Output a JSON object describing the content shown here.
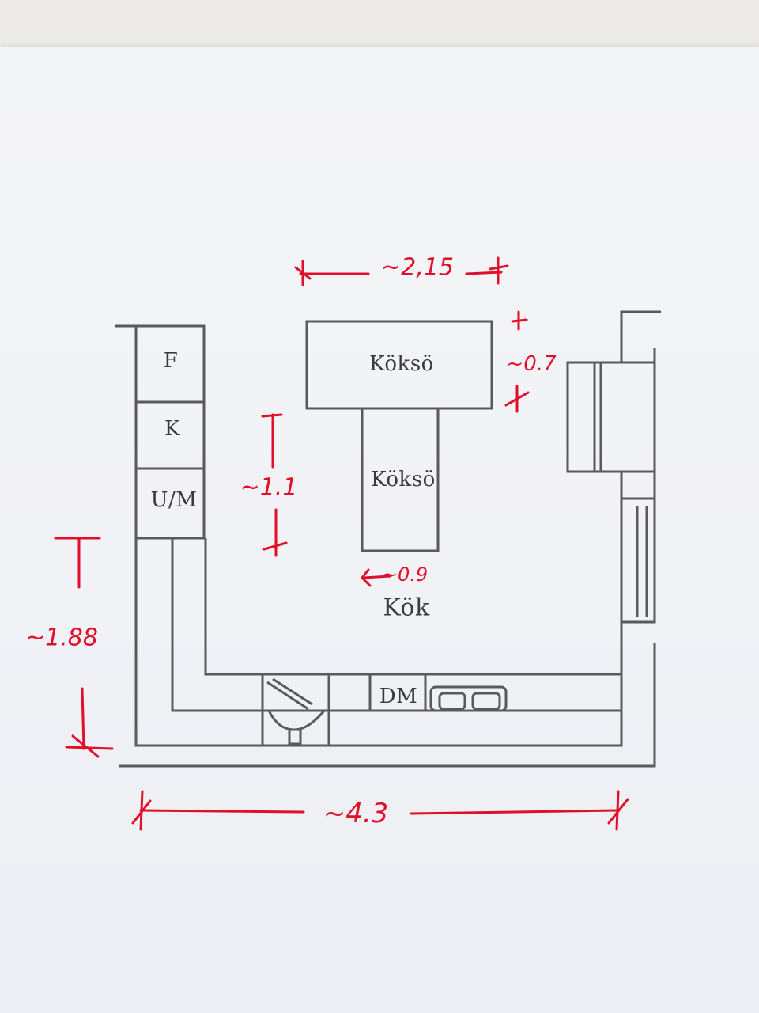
{
  "plan": {
    "cabinets": {
      "fridge": "F",
      "freezer": "K",
      "oven_micro": "U/M"
    },
    "island_top": "Köksö",
    "island_bottom": "Köksö",
    "room": "Kök",
    "dishwasher": "DM"
  },
  "dimensions": {
    "island_width": "~2,15",
    "island_depth": "~0.7",
    "island_gap": "~1.1",
    "island_bottom_width": "~0.9",
    "left_run": "~1.88",
    "total_width": "~4.3"
  },
  "colors": {
    "paper": "#f3f4f6",
    "ink": "#555555",
    "annotation": "#e0102a"
  }
}
